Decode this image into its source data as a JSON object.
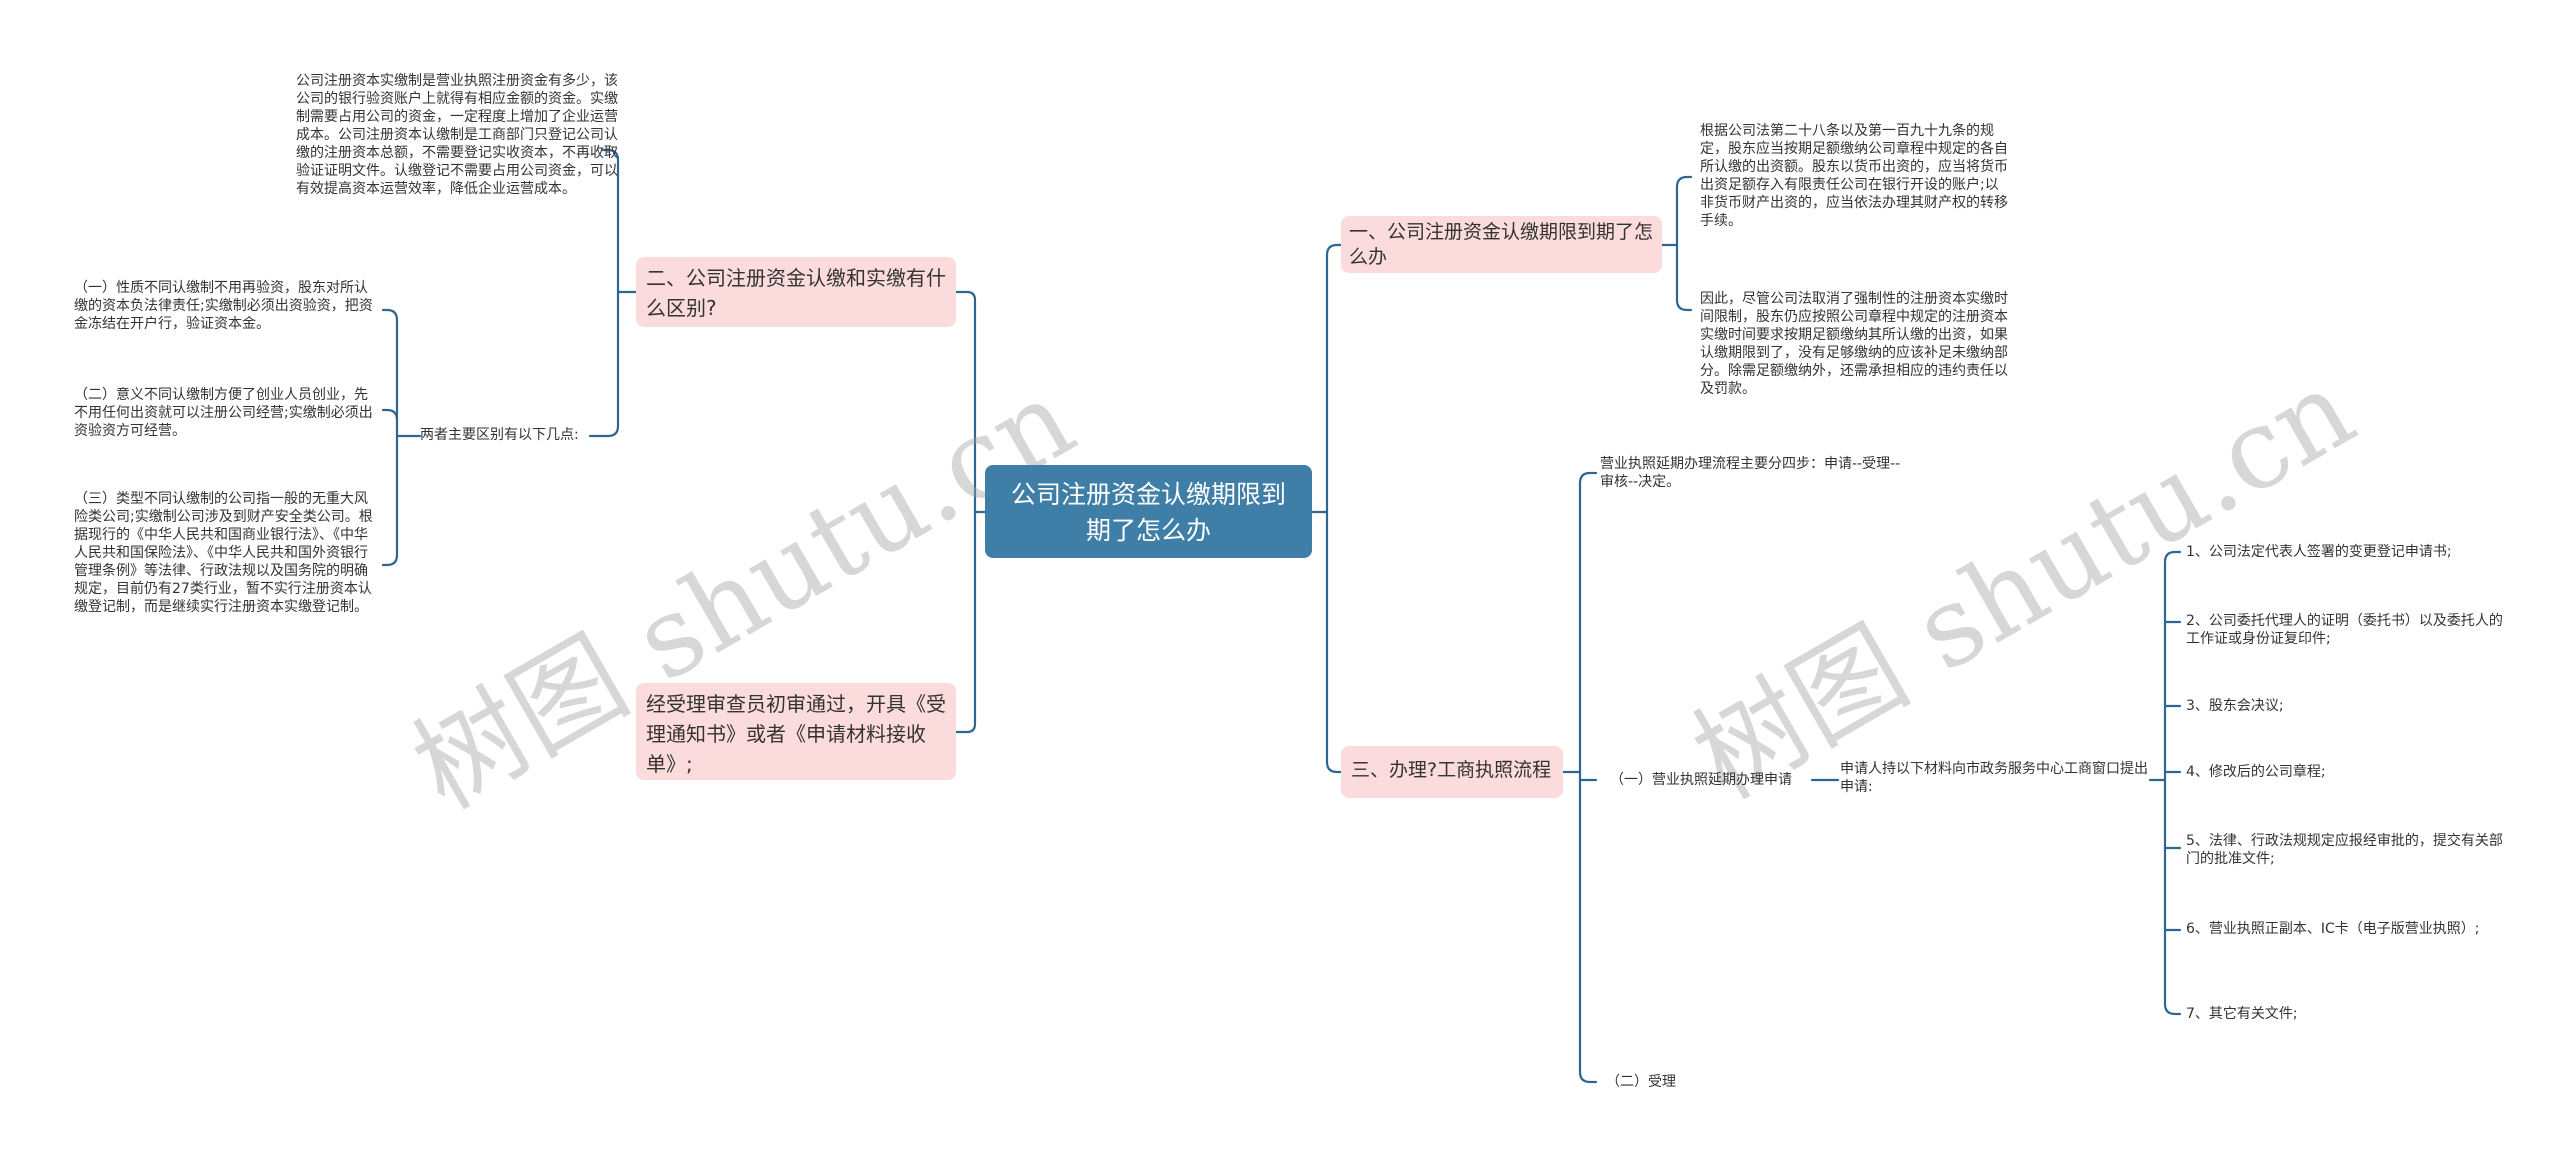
{
  "mindmap": {
    "root": {
      "label": "公司注册资金认缴期限到期了怎么办"
    },
    "left": {
      "branch_two": {
        "label": "二、公司注册资金认缴和实缴有什么区别?",
        "intro": "公司注册资本实缴制是营业执照注册资金有多少，该公司的银行验资账户上就得有相应金额的资金。实缴制需要占用公司的资金，一定程度上增加了企业运营成本。公司注册资本认缴制是工商部门只登记公司认缴的注册资本总额，不需要登记实收资本，不再收取验证证明文件。认缴登记不需要占用公司资金，可以有效提高资本运营效率，降低企业运营成本。",
        "diff_label": "两者主要区别有以下几点:",
        "differences": [
          "（一）性质不同认缴制不用再验资，股东对所认缴的资本负法律责任;实缴制必须出资验资，把资金冻结在开户行，验证资本金。",
          "（二）意义不同认缴制方便了创业人员创业，先不用任何出资就可以注册公司经营;实缴制必须出资验资方可经营。",
          "（三）类型不同认缴制的公司指一般的无重大风险类公司;实缴制公司涉及到财产安全类公司。根据现行的《中华人民共和国商业银行法》、《中华人民共和国保险法》、《中华人民共和国外资银行管理条例》等法律、行政法规以及国务院的明确规定，目前仍有27类行业，暂不实行注册资本认缴登记制，而是继续实行注册资本实缴登记制。"
        ]
      },
      "branch_accept": {
        "label": "经受理审查员初审通过，开具《受理通知书》或者《申请材料接收单》;"
      }
    },
    "right": {
      "branch_one": {
        "label": "一、公司注册资金认缴期限到期了怎么办",
        "children": [
          "根据公司法第二十八条以及第一百九十九条的规定，股东应当按期足额缴纳公司章程中规定的各自所认缴的出资额。股东以货币出资的，应当将货币出资足额存入有限责任公司在银行开设的账户;以非货币财产出资的，应当依法办理其财产权的转移手续。",
          "因此，尽管公司法取消了强制性的注册资本实缴时间限制，股东仍应按照公司章程中规定的注册资本实缴时间要求按期足额缴纳其所认缴的出资，如果认缴期限到了，没有足够缴纳的应该补足未缴纳部分。除需足额缴纳外，还需承担相应的违约责任以及罚款。"
        ]
      },
      "branch_three": {
        "label": "三、办理?工商执照流程",
        "overview": "营业执照延期办理流程主要分四步：申请--受理--审核--决定。",
        "step_one": {
          "label": "（一）营业执照延期办理申请",
          "detail": "申请人持以下材料向市政务服务中心工商窗口提出申请:",
          "materials": [
            "1、公司法定代表人签署的变更登记申请书;",
            "2、公司委托代理人的证明（委托书）以及委托人的工作证或身份证复印件;",
            "3、股东会决议;",
            "4、修改后的公司章程;",
            "5、法律、行政法规规定应报经审批的，提交有关部门的批准文件;",
            "6、营业执照正副本、IC卡（电子版营业执照）;",
            "7、其它有关文件;"
          ]
        },
        "step_two": {
          "label": "（二）受理"
        }
      }
    }
  },
  "watermark": {
    "text": "树图 shutu.cn"
  },
  "colors": {
    "root_fill": "#3f7ea6",
    "branch_fill": "#fbdbdb",
    "line": "#2f6690",
    "text": "#333333"
  }
}
